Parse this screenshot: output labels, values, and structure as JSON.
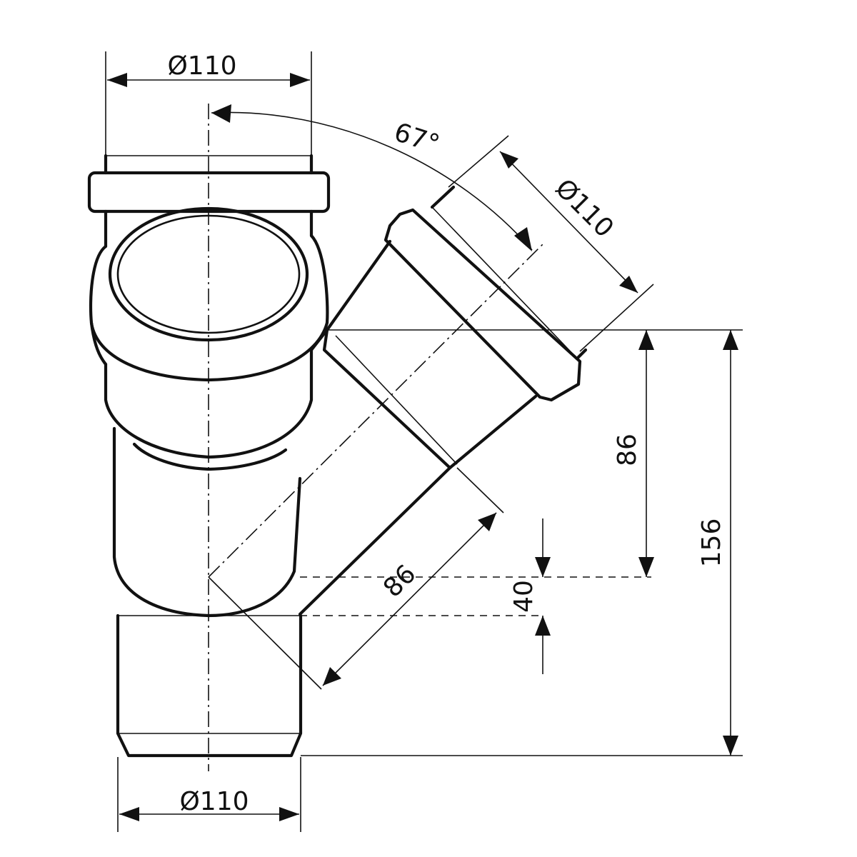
{
  "diagram": {
    "dimensions": {
      "top_diameter": "Ø110",
      "angle": "67°",
      "branch_diameter": "Ø110",
      "branch_height": "86",
      "branch_length": "86",
      "offset": "40",
      "total_height": "156",
      "bottom_diameter": "Ø110"
    }
  }
}
